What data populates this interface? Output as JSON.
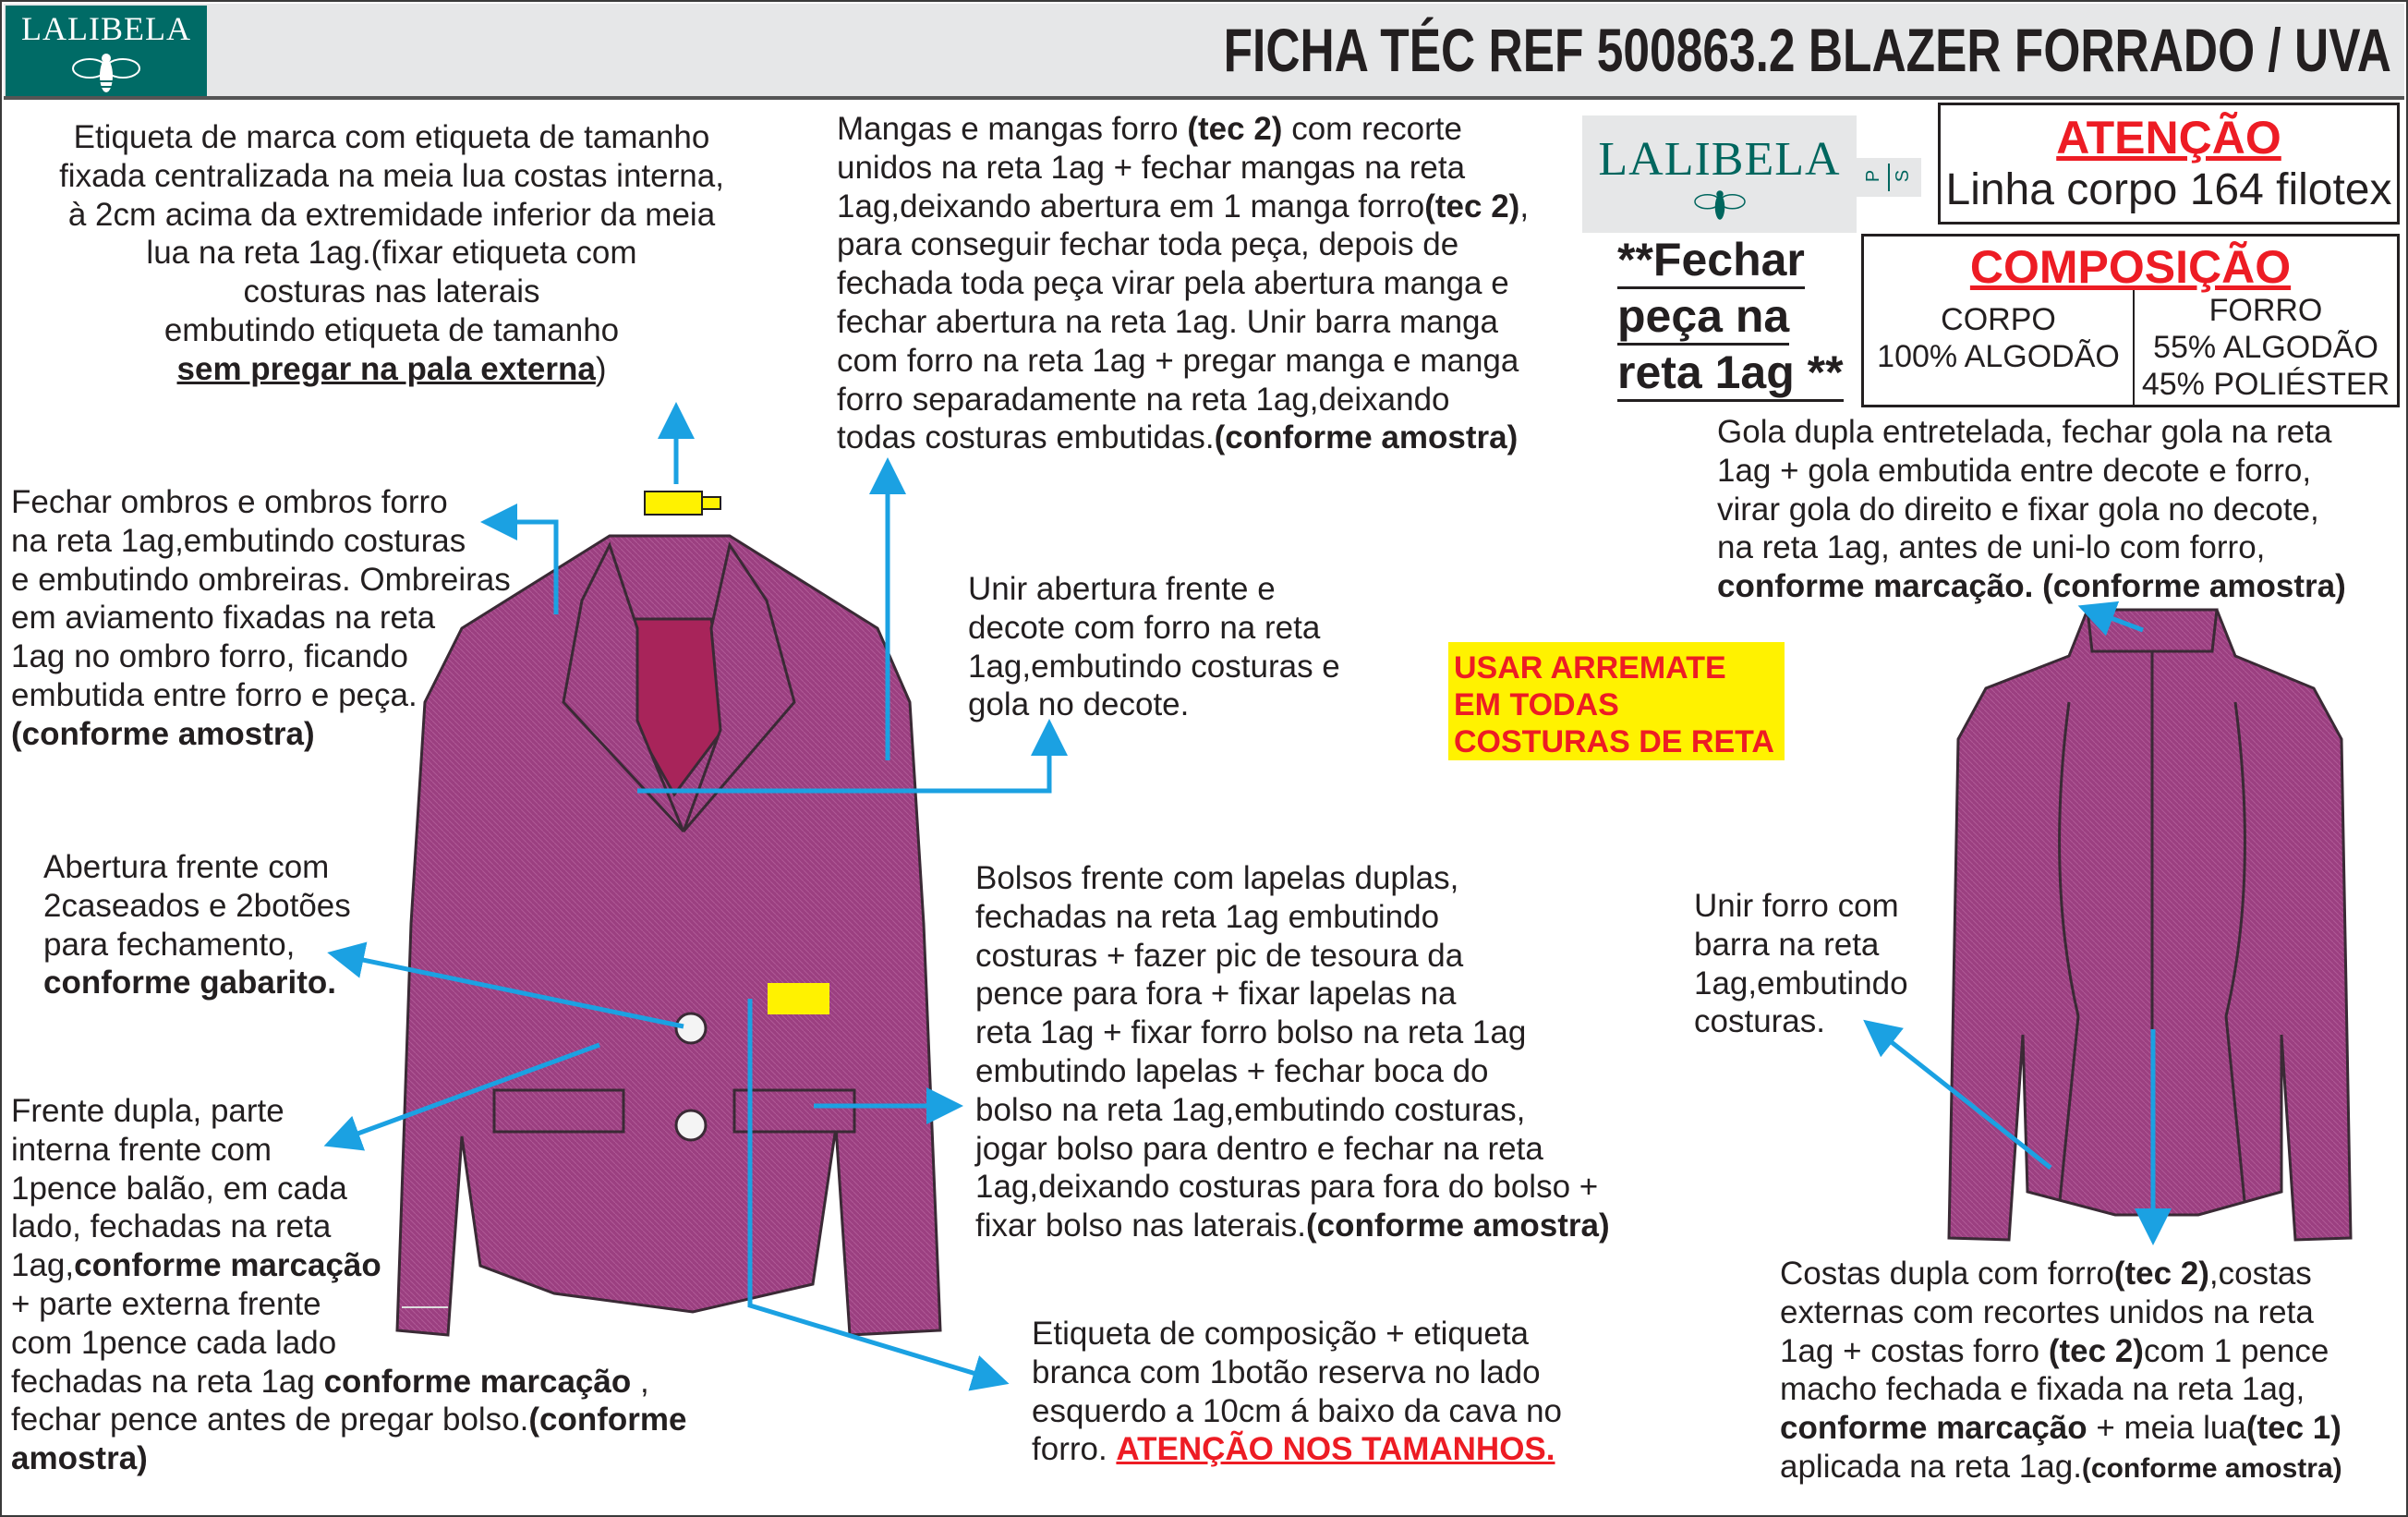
{
  "header": {
    "logo": "LALIBELA",
    "title": "FICHA TÉC REF 500863.2 BLAZER FORRADO / UVA"
  },
  "brand_logo": {
    "name": "LALIBELA",
    "tag_p": "P",
    "tag_s": "S"
  },
  "atencao": {
    "heading": "ATENÇÃO",
    "text": "Linha corpo 164 filotex"
  },
  "composicao": {
    "heading": "COMPOSIÇÃO",
    "corpo_label": "CORPO",
    "corpo_value": "100% ALGODÃO",
    "forro_label": "FORRO",
    "forro_value_1": "55% ALGODÃO",
    "forro_value_2": "45% POLIÉSTER"
  },
  "fechar_note": [
    "**Fechar",
    "peça na",
    "reta 1ag **"
  ],
  "usar_arremate": [
    "USAR ARREMATE",
    "EM TODAS",
    "COSTURAS DE RETA"
  ],
  "colors": {
    "accent_arrow": "#1ba1e2",
    "warning_red": "#ed1c24",
    "highlight_yellow": "#fff200",
    "fabric_purple": "#9b3f80",
    "brand_green": "#006b66"
  },
  "notes": {
    "etiqueta_marca": [
      [
        [
          "Etiqueta de marca com etiqueta de tamanho",
          "n"
        ]
      ],
      [
        [
          "fixada centralizada na meia lua costas interna,",
          "n"
        ]
      ],
      [
        [
          "à 2cm acima da extremidade inferior da meia",
          "n"
        ]
      ],
      [
        [
          "lua na reta 1ag.(fixar etiqueta com",
          "n"
        ]
      ],
      [
        [
          "costuras nas laterais",
          "n"
        ]
      ],
      [
        [
          "embutindo etiqueta de tamanho",
          "n"
        ]
      ],
      [
        [
          "sem pregar na pala externa",
          "bu"
        ],
        [
          ")",
          "n"
        ]
      ]
    ],
    "mangas": [
      [
        [
          "Mangas e mangas forro ",
          "n"
        ],
        [
          "(tec 2)",
          "b"
        ],
        [
          " com recorte",
          "n"
        ]
      ],
      [
        [
          "unidos na reta 1ag + fechar mangas na reta",
          "n"
        ]
      ],
      [
        [
          "1ag,deixando abertura em 1 manga forro",
          "n"
        ],
        [
          "(tec 2)",
          "b"
        ],
        [
          ",",
          "n"
        ]
      ],
      [
        [
          "para conseguir fechar toda peça, depois de",
          "n"
        ]
      ],
      [
        [
          "fechada toda peça virar pela abertura manga e",
          "n"
        ]
      ],
      [
        [
          "fechar abertura na reta 1ag. Unir barra manga",
          "n"
        ]
      ],
      [
        [
          "com forro na reta 1ag + pregar manga e manga",
          "n"
        ]
      ],
      [
        [
          "forro separadamente na reta 1ag,deixando",
          "n"
        ]
      ],
      [
        [
          "todas costuras embutidas.",
          "n"
        ],
        [
          "(conforme amostra)",
          "b"
        ]
      ]
    ],
    "gola": [
      [
        [
          "Gola dupla entretelada, fechar gola na reta",
          "n"
        ]
      ],
      [
        [
          "1ag + gola embutida entre decote e forro,",
          "n"
        ]
      ],
      [
        [
          "virar gola do direito e fixar gola no decote,",
          "n"
        ]
      ],
      [
        [
          "na reta 1ag, antes de uni-lo com forro,",
          "n"
        ]
      ],
      [
        [
          "conforme marcação. (conforme amostra)",
          "b"
        ]
      ]
    ],
    "ombros": [
      [
        [
          "Fechar ombros e ombros forro",
          "n"
        ]
      ],
      [
        [
          "na reta 1ag,embutindo costuras",
          "n"
        ]
      ],
      [
        [
          "e embutindo ombreiras. Ombreiras",
          "n"
        ]
      ],
      [
        [
          "em aviamento fixadas na reta",
          "n"
        ]
      ],
      [
        [
          "1ag no ombro forro, ficando",
          "n"
        ]
      ],
      [
        [
          "embutida entre forro e peça.",
          "n"
        ]
      ],
      [
        [
          "(conforme amostra)",
          "b"
        ]
      ]
    ],
    "unir_abertura": [
      [
        [
          "Unir abertura frente e",
          "n"
        ]
      ],
      [
        [
          "decote com forro na reta",
          "n"
        ]
      ],
      [
        [
          "1ag,embutindo costuras e",
          "n"
        ]
      ],
      [
        [
          "gola no decote.",
          "n"
        ]
      ]
    ],
    "abertura_frente": [
      [
        [
          "Abertura frente com",
          "n"
        ]
      ],
      [
        [
          "2caseados e 2botões",
          "n"
        ]
      ],
      [
        [
          "para fechamento,",
          "n"
        ]
      ],
      [
        [
          "conforme gabarito.",
          "b"
        ]
      ]
    ],
    "bolsos": [
      [
        [
          "Bolsos frente com lapelas duplas,",
          "n"
        ]
      ],
      [
        [
          "fechadas na reta 1ag embutindo",
          "n"
        ]
      ],
      [
        [
          "costuras + fazer pic de tesoura da",
          "n"
        ]
      ],
      [
        [
          "pence para fora + fixar lapelas na",
          "n"
        ]
      ],
      [
        [
          "reta 1ag + fixar forro bolso na reta 1ag",
          "n"
        ]
      ],
      [
        [
          "embutindo lapelas + fechar boca do",
          "n"
        ]
      ],
      [
        [
          "bolso na reta 1ag,embutindo costuras,",
          "n"
        ]
      ],
      [
        [
          "jogar bolso para dentro e fechar na reta",
          "n"
        ]
      ],
      [
        [
          "1ag,deixando costuras para fora do bolso +",
          "n"
        ]
      ],
      [
        [
          "fixar bolso nas laterais.",
          "n"
        ],
        [
          "(conforme amostra)",
          "b"
        ]
      ]
    ],
    "unir_forro": [
      [
        [
          "Unir forro com",
          "n"
        ]
      ],
      [
        [
          "barra na reta",
          "n"
        ]
      ],
      [
        [
          "1ag,embutindo",
          "n"
        ]
      ],
      [
        [
          "costuras.",
          "n"
        ]
      ]
    ],
    "frente_dupla": [
      [
        [
          "Frente dupla, parte",
          "n"
        ]
      ],
      [
        [
          "interna frente com",
          "n"
        ]
      ],
      [
        [
          "1pence balão, em cada",
          "n"
        ]
      ],
      [
        [
          "lado, fechadas na reta",
          "n"
        ]
      ],
      [
        [
          "1ag,",
          "n"
        ],
        [
          "conforme marcação",
          "b"
        ]
      ],
      [
        [
          "+ parte externa frente",
          "n"
        ]
      ],
      [
        [
          "com 1pence cada lado",
          "n"
        ]
      ],
      [
        [
          "fechadas na reta 1ag ",
          "n"
        ],
        [
          "conforme marcação",
          "b"
        ],
        [
          " ,",
          "n"
        ]
      ],
      [
        [
          "fechar pence antes de pregar bolso.",
          "n"
        ],
        [
          "(conforme",
          "b"
        ]
      ],
      [
        [
          "amostra)",
          "b"
        ]
      ]
    ],
    "etiqueta_composicao": [
      [
        [
          "Etiqueta de composição + etiqueta",
          "n"
        ]
      ],
      [
        [
          "branca com 1botão reserva no lado",
          "n"
        ]
      ],
      [
        [
          "esquerdo a 10cm á baixo da cava no",
          "n"
        ]
      ],
      [
        [
          "forro. ",
          "n"
        ],
        [
          "ATENÇÃO NOS TAMANHOS.",
          "r"
        ]
      ]
    ],
    "costas": [
      [
        [
          "Costas dupla com forro",
          "n"
        ],
        [
          "(tec 2)",
          "b"
        ],
        [
          ",costas",
          "n"
        ]
      ],
      [
        [
          "externas com recortes unidos na reta",
          "n"
        ]
      ],
      [
        [
          "1ag + costas forro ",
          "n"
        ],
        [
          "(tec 2)",
          "b"
        ],
        [
          "com 1 pence",
          "n"
        ]
      ],
      [
        [
          "macho fechada e fixada na reta 1ag,",
          "n"
        ]
      ],
      [
        [
          "conforme marcação",
          "b"
        ],
        [
          " + meia lua",
          "n"
        ],
        [
          "(tec 1)",
          "b"
        ]
      ],
      [
        [
          "aplicada na reta 1ag.",
          "n"
        ],
        [
          "(conforme amostra)",
          "bs"
        ]
      ]
    ]
  }
}
